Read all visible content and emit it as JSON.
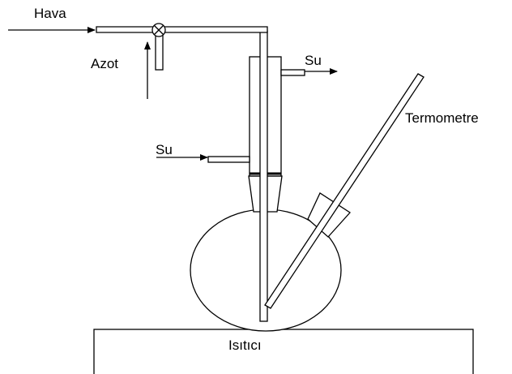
{
  "labels": {
    "air": "Hava",
    "nitrogen": "Azot",
    "water_out": "Su",
    "water_in": "Su",
    "thermometer": "Termometre",
    "heater": "Isıtıcı"
  },
  "colors": {
    "stroke": "#000000",
    "background": "#ffffff"
  }
}
